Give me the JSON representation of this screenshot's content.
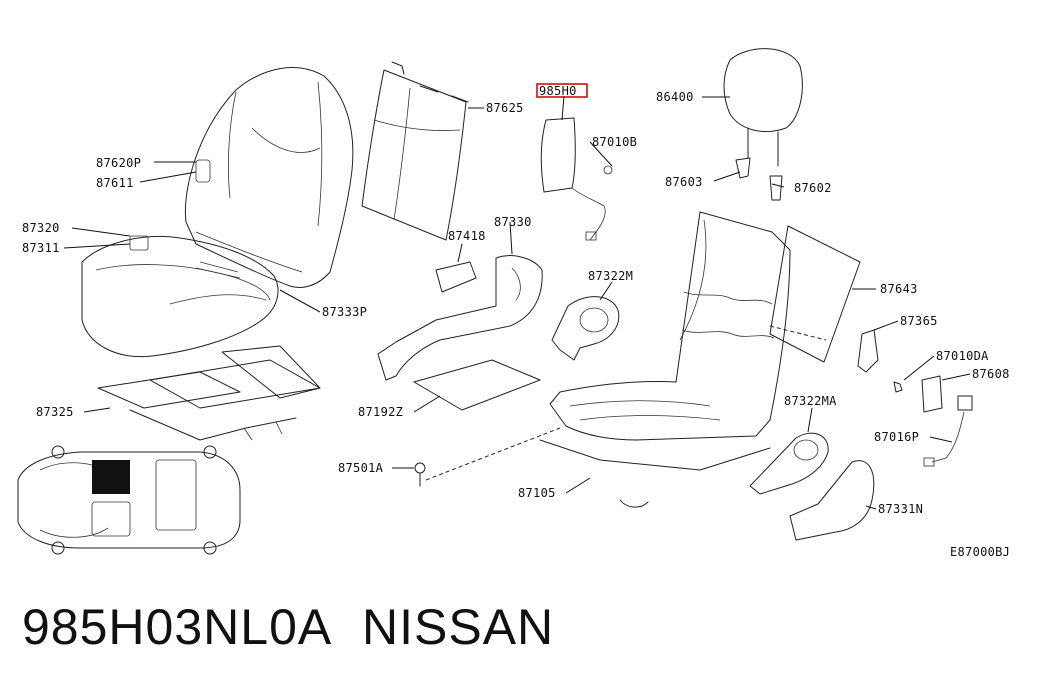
{
  "diagram_code": "E87000BJ",
  "highlight_color": "#cc0000",
  "callouts": {
    "c985H0": "985H0",
    "c86400": "86400",
    "c87625": "87625",
    "c87010B": "87010B",
    "c87620P": "87620P",
    "c87611": "87611",
    "c87603": "87603",
    "c87602": "87602",
    "c87320": "87320",
    "c87311": "87311",
    "c87418": "87418",
    "c87330": "87330",
    "c87322M": "87322M",
    "c87643": "87643",
    "c87333P": "87333P",
    "c87365": "87365",
    "c87010DA": "87010DA",
    "c87608": "87608",
    "c87325": "87325",
    "c87192Z": "87192Z",
    "c87322MA": "87322MA",
    "c87016P": "87016P",
    "c87501A": "87501A",
    "c87105": "87105",
    "c87331N": "87331N"
  },
  "caption": {
    "part_number": "985H03NL0A",
    "brand": "NISSAN"
  }
}
